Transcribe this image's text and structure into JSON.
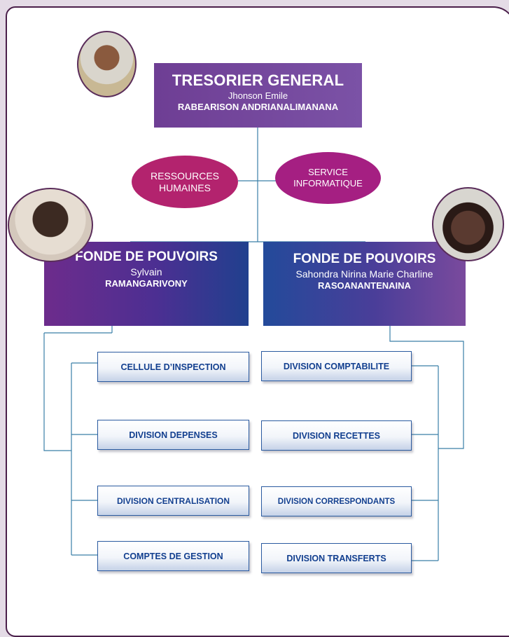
{
  "tresorier": {
    "title": "TRESORIER GENERAL",
    "first_name": "Jhonson Emile",
    "last_name": "RABEARISON ANDRIANALIMANANA"
  },
  "services": {
    "rh": [
      "RESSOURCES",
      "HUMAINES"
    ],
    "si": [
      "SERVICE",
      "INFORMATIQUE"
    ]
  },
  "fonde_left": {
    "title": "FONDE DE POUVOIRS",
    "first_name": "Sylvain",
    "last_name": "RAMANGARIVONY"
  },
  "fonde_right": {
    "title": "FONDE DE POUVOIRS",
    "first_name": "Sahondra Nirina Marie Charline",
    "last_name": "RASOANANTENAINA"
  },
  "left_divisions": [
    "CELLULE D’INSPECTION",
    "DIVISION DEPENSES",
    "DIVISION CENTRALISATION",
    "COMPTES DE GESTION"
  ],
  "right_divisions": [
    "DIVISION COMPTABILITE",
    "DIVISION RECETTES",
    "DIVISION CORRESPONDANTS",
    "DIVISION TRANSFERTS"
  ],
  "colors": {
    "line": "#2a7aa6",
    "frame": "#4a1f4a",
    "division_text": "#123f8f"
  }
}
